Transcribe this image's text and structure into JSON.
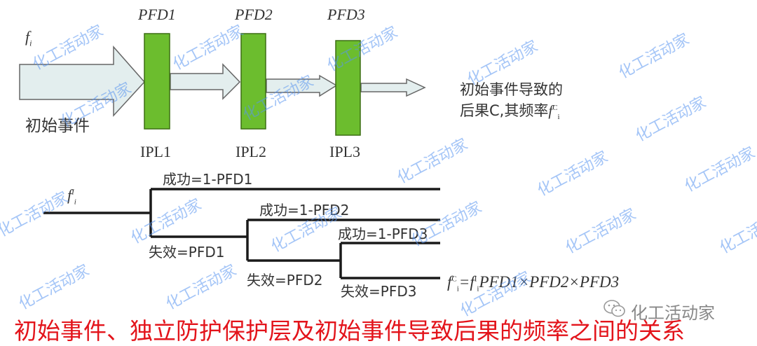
{
  "top_diagram": {
    "initial_freq_label": "f",
    "initial_freq_sub": "i",
    "initial_event_label": "初始事件",
    "layers": [
      {
        "pfd_label": "PFD1",
        "ipl_label": "IPL1"
      },
      {
        "pfd_label": "PFD2",
        "ipl_label": "IPL2"
      },
      {
        "pfd_label": "PFD3",
        "ipl_label": "IPL3"
      }
    ],
    "outcome_line1": "初始事件导致的",
    "outcome_line2": "后果C,其频率",
    "outcome_freq_symbol": "f",
    "outcome_freq_sup": "C",
    "outcome_freq_sub": "i",
    "colors": {
      "layer_green": "#6cbd2e",
      "arrow_fill": "#e3eeee",
      "arrow_stroke": "#555555"
    }
  },
  "event_tree": {
    "initial_freq_label": "f",
    "initial_freq_sup": "I",
    "initial_freq_sub": "i",
    "branches": {
      "success1": "成功=1-PFD1",
      "failure1": "失效=PFD1",
      "success2": "成功=1-PFD2",
      "failure2": "失效=PFD2",
      "success3": "成功=1-PFD3",
      "failure3": "失效=PFD3"
    },
    "result_formula": "f꜀ᵢ=fᴵᵢ×PFD1×PFD2×PFD3",
    "result_lhs": "f",
    "result_lhs_sup": "C",
    "result_lhs_sub": "i",
    "result_rhs": "=f",
    "result_rhs_sup": "I",
    "result_rhs_sub": "i",
    "result_product": "PFD1×PFD2×PFD3"
  },
  "caption": "初始事件、独立防护保护层及初始事件导致后果的频率之间的关系",
  "caption_color": "#e3141b",
  "watermark": {
    "text": "化工活动家",
    "brand_label": "化工活动家",
    "brand_icon": "wechat-icon"
  }
}
